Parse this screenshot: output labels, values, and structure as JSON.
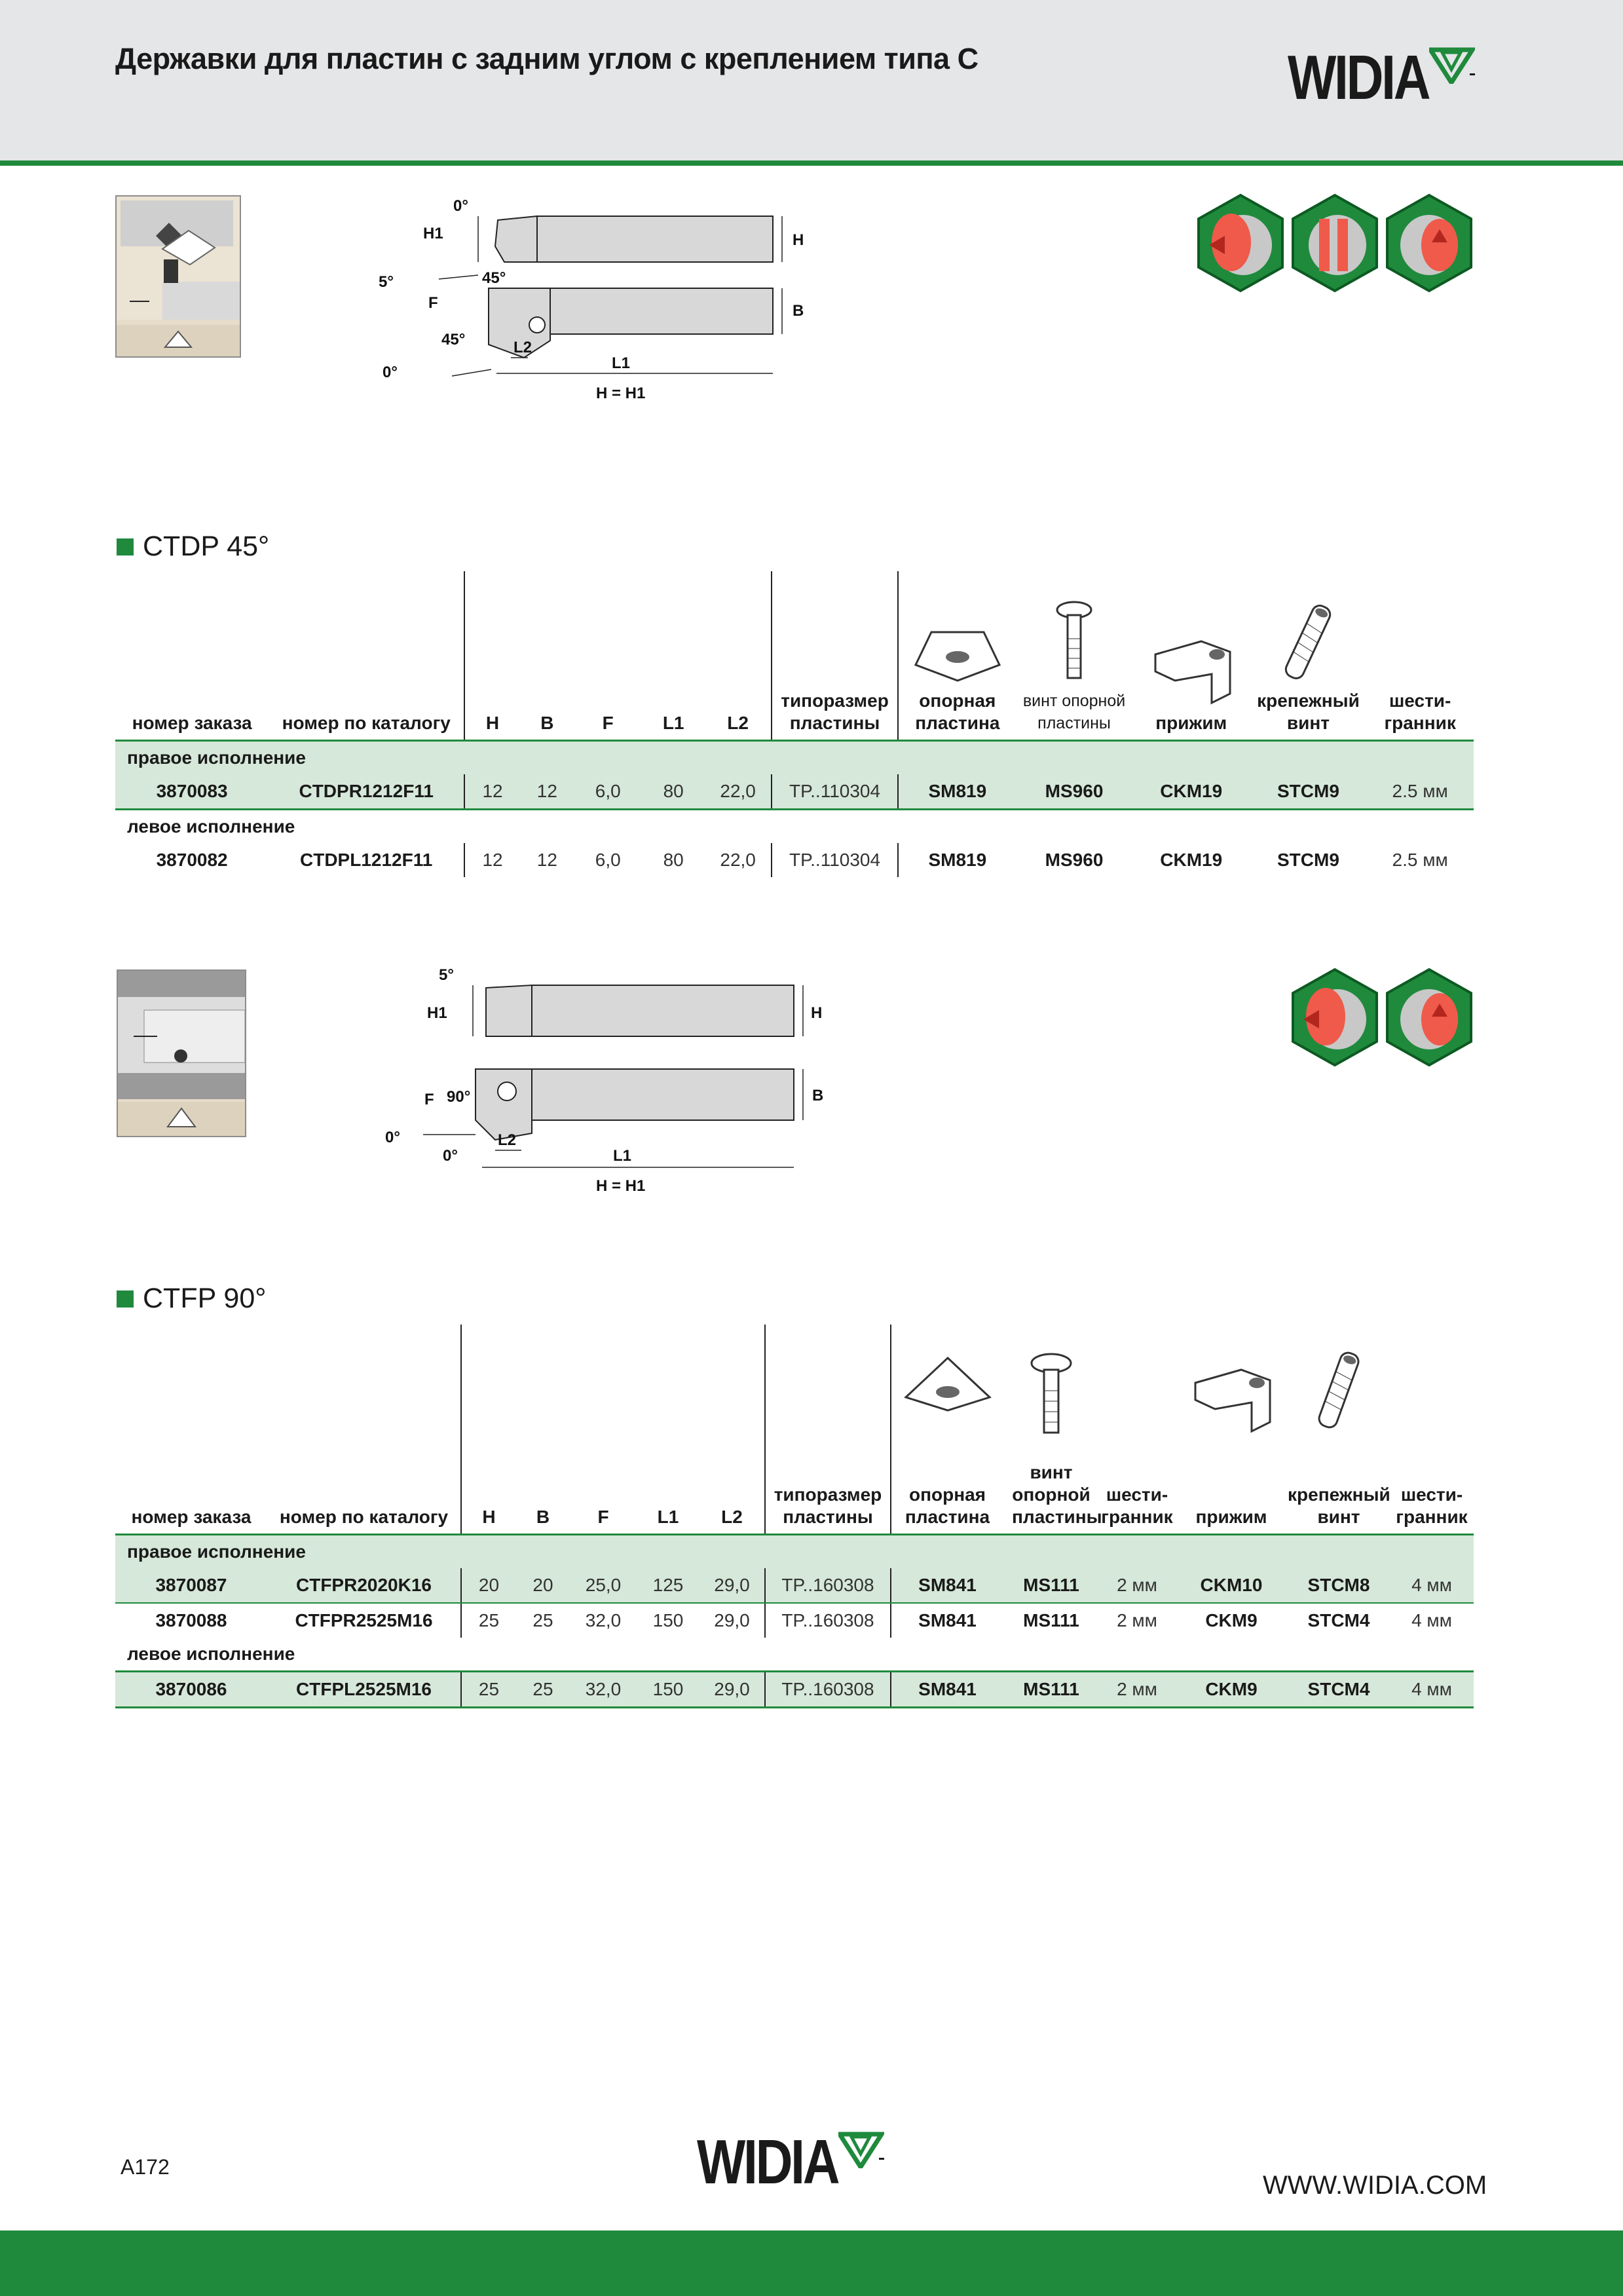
{
  "header": {
    "title": "Державки для пластин с задним углом с креплением типа С"
  },
  "brand": {
    "logo_text": "WIDIA",
    "accent_color": "#1f8a3c",
    "shade_color": "#d6e8d9"
  },
  "diagram1": {
    "labels": {
      "angle_top": "0°",
      "h1": "H1",
      "h": "H",
      "angle_5": "5°",
      "f": "F",
      "angle_45a": "45°",
      "angle_45b": "45°",
      "b": "B",
      "l2": "L2",
      "l1": "L1",
      "angle_0": "0°",
      "eq": "H = H1"
    }
  },
  "diagram2": {
    "labels": {
      "angle_5": "5°",
      "h1": "H1",
      "h": "H",
      "f": "F",
      "angle_90": "90°",
      "b": "B",
      "angle_0a": "0°",
      "l2": "L2",
      "angle_0b": "0°",
      "l1": "L1",
      "eq": "H = H1"
    }
  },
  "section1": {
    "title": "CTDP 45°",
    "headers": [
      "номер заказа",
      "номер по каталогу",
      "H",
      "B",
      "F",
      "L1",
      "L2",
      "типоразмер пластины",
      "опорная пластина",
      "винт опорной пластины",
      "прижим",
      "крепежный винт",
      "шести-гранник"
    ],
    "groups": [
      {
        "label": "правое исполнение",
        "rows": [
          [
            "3870083",
            "CTDPR1212F11",
            "12",
            "12",
            "6,0",
            "80",
            "22,0",
            "TP..110304",
            "SM819",
            "MS960",
            "CKM19",
            "STCM9",
            "2.5 мм"
          ]
        ]
      },
      {
        "label": "левое исполнение",
        "rows": [
          [
            "3870082",
            "CTDPL1212F11",
            "12",
            "12",
            "6,0",
            "80",
            "22,0",
            "TP..110304",
            "SM819",
            "MS960",
            "CKM19",
            "STCM9",
            "2.5 мм"
          ]
        ]
      }
    ]
  },
  "section2": {
    "title": "CTFP 90°",
    "headers": [
      "номер заказа",
      "номер по каталогу",
      "H",
      "B",
      "F",
      "L1",
      "L2",
      "типоразмер пластины",
      "опорная пластина",
      "винт опорной пластины",
      "шести-гранник",
      "прижим",
      "крепежный винт",
      "шести-гранник"
    ],
    "groups": [
      {
        "label": "правое исполнение",
        "rows": [
          [
            "3870087",
            "CTFPR2020K16",
            "20",
            "20",
            "25,0",
            "125",
            "29,0",
            "TP..160308",
            "SM841",
            "MS111",
            "2 мм",
            "CKM10",
            "STCM8",
            "4 мм"
          ],
          [
            "3870088",
            "CTFPR2525M16",
            "25",
            "25",
            "32,0",
            "150",
            "29,0",
            "TP..160308",
            "SM841",
            "MS111",
            "2 мм",
            "CKM9",
            "STCM4",
            "4 мм"
          ]
        ]
      },
      {
        "label": "левое исполнение",
        "rows": [
          [
            "3870086",
            "CTFPL2525M16",
            "25",
            "25",
            "32,0",
            "150",
            "29,0",
            "TP..160308",
            "SM841",
            "MS111",
            "2 мм",
            "CKM9",
            "STCM4",
            "4 мм"
          ]
        ]
      }
    ]
  },
  "footer": {
    "page": "A172",
    "url": "WWW.WIDIA.COM"
  }
}
